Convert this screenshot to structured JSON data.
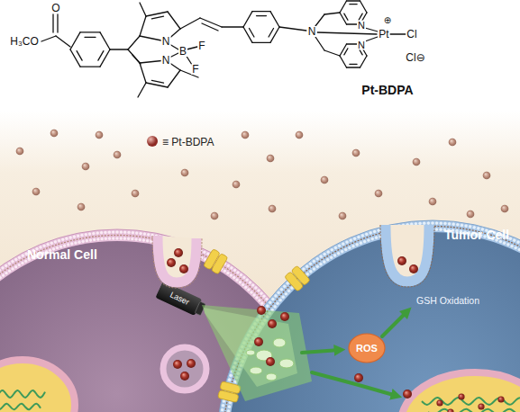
{
  "diagram": {
    "nodes": [
      {
        "text": [
          "Normal Cell"
        ]
      },
      {
        "text": [
          "Tumor Cell"
        ]
      },
      {
        "text": [
          "Laser"
        ]
      },
      {
        "text": [
          "ROS"
        ],
        "in": 1
      }
    ],
    "labels": [
      "O",
      "H₃CO",
      "N",
      "B",
      "F",
      "F",
      "N",
      "N",
      "N",
      "⊕",
      "Pt",
      "Cl",
      "N",
      "Cl⊖",
      "Pt-BDPA",
      "GSH Oxidation"
    ],
    "legend": [
      {
        "text": "≡ Pt-BDPA",
        "color": "#8e2b25"
      }
    ]
  }
}
